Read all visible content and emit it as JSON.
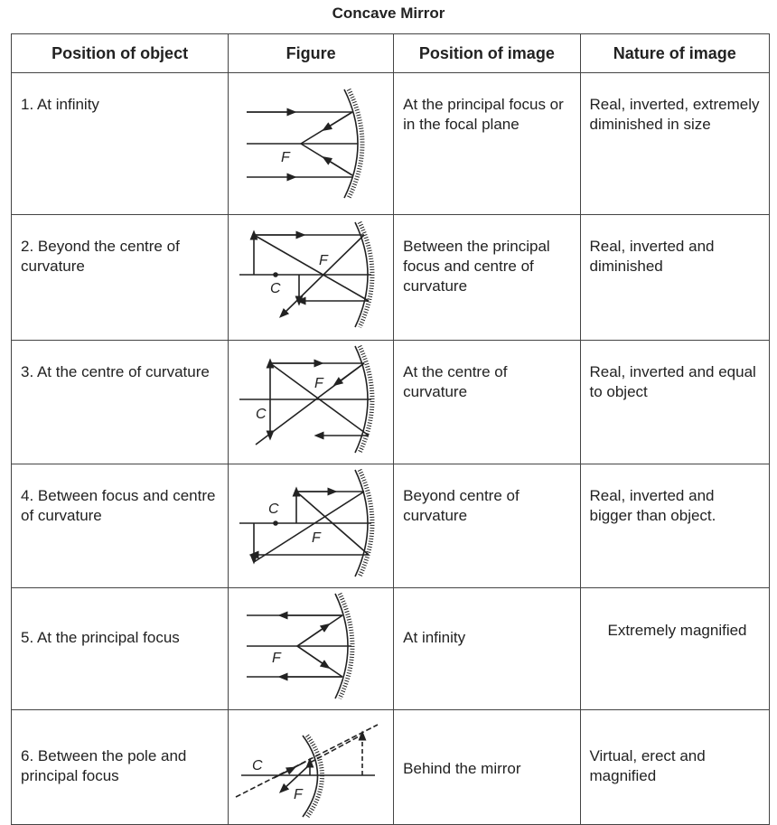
{
  "title": "Concave Mirror",
  "headers": [
    "Position of object",
    "Figure",
    "Position of image",
    "Nature of image"
  ],
  "rows": [
    {
      "object": "1. At infinity",
      "labels": [
        "F"
      ],
      "image": "At the principal focus or in the focal plane",
      "nature": "Real, inverted, extremely diminished in size"
    },
    {
      "object": "2. Beyond the centre of curvature",
      "labels": [
        "F",
        "C"
      ],
      "image": "Between the principal focus and centre of curvature",
      "nature": "Real, inverted and diminished"
    },
    {
      "object": "3. At the centre of curvature",
      "labels": [
        "F",
        "C"
      ],
      "image": "At the centre of curvature",
      "nature": "Real, inverted and equal to object"
    },
    {
      "object": "4. Between focus and centre of curvature",
      "labels": [
        "C",
        "F"
      ],
      "image": "Beyond centre of curvature",
      "nature": "Real, inverted and bigger than object."
    },
    {
      "object": "5. At the principal focus",
      "labels": [
        "F"
      ],
      "image": "At infinity",
      "nature": "Extremely magnified"
    },
    {
      "object": "6. Between the pole and principal focus",
      "labels": [
        "C",
        "F"
      ],
      "image": "Behind the mirror",
      "nature": "Virtual, erect and magnified"
    }
  ]
}
